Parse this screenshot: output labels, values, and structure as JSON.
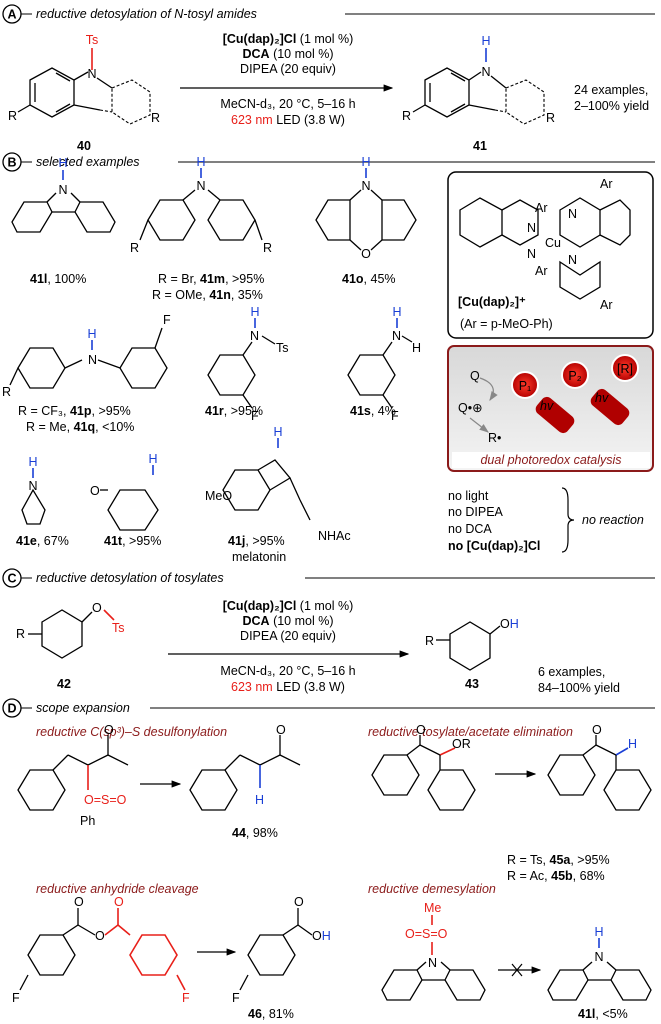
{
  "sections": {
    "A": {
      "letter": "A",
      "title": "reductive detosylation of N-tosyl amides"
    },
    "B": {
      "letter": "B",
      "title": "selected examples"
    },
    "C": {
      "letter": "C",
      "title": "reductive detosylation of tosylates"
    },
    "D": {
      "letter": "D",
      "title": "scope expansion"
    }
  },
  "schemeA": {
    "cond1a": "[Cu(dap)₂]Cl",
    "cond1b": " (1 mol %)",
    "cond2a": "DCA",
    "cond2b": " (10 mol %)",
    "cond3": "DIPEA (20 equiv)",
    "cond4": "MeCN-d₃, 20 °C, 5–16 h",
    "cond5a": "623 nm",
    "cond5b": " LED (3.8 W)",
    "sm_label": "40",
    "prod_label": "41",
    "ts": "Ts",
    "nh": "H",
    "n": "N",
    "r": "R",
    "result1": "24 examples,",
    "result2": "2–100% yield"
  },
  "schemeB": {
    "e41l": "41l",
    "e41l_y": ", 100%",
    "e41m_a": "R = Br, ",
    "e41m": "41m",
    "e41m_y": ", >95%",
    "e41n_a": "R = OMe, ",
    "e41n": "41n",
    "e41n_y": ", 35%",
    "e41o": "41o",
    "e41o_y": ", 45%",
    "e41p_a": "R = CF₃, ",
    "e41p": "41p",
    "e41p_y": ", >95%",
    "e41q_a": "R = Me, ",
    "e41q": "41q",
    "e41q_y": ", <10%",
    "e41r": "41r",
    "e41r_y": ", >95%",
    "e41s": "41s",
    "e41s_y": ", 4%",
    "e41e": "41e",
    "e41e_y": ", 67%",
    "e41t": "41t",
    "e41t_y": ", >95%",
    "e41j": "41j",
    "e41j_y": ", >95%",
    "melatonin": "melatonin",
    "meo": "MeO",
    "nhac": "NHAc",
    "f": "F",
    "ts": "Ts",
    "o": "O",
    "ar": "Ar",
    "cu": "Cu",
    "cuLabel": "[Cu(dap)₂]⁺",
    "arDef": "(Ar = p-MeO-Ph)",
    "photoTitle": "dual photoredox catalysis",
    "p1": "P₁",
    "p2": "P₂",
    "rr": "[R]",
    "hv": "hv",
    "q": "Q",
    "qrad": "Q•⊕",
    "rrad": "R•",
    "controls": [
      "no light",
      "no DIPEA",
      "no DCA",
      "no [Cu(dap)₂]Cl"
    ],
    "noReaction": "no reaction"
  },
  "schemeC": {
    "cond1a": "[Cu(dap)₂]Cl",
    "cond1b": " (1 mol %)",
    "cond2a": "DCA",
    "cond2b": " (10 mol %)",
    "cond3": "DIPEA (20 equiv)",
    "cond4": "MeCN-d₃, 20 °C, 5–16 h",
    "cond5a": "623 nm",
    "cond5b": " LED (3.8 W)",
    "sm_label": "42",
    "prod_label": "43",
    "o": "O",
    "oh": "OH",
    "ts": "Ts",
    "r": "R",
    "result1": "6 examples,",
    "result2": "84–100% yield"
  },
  "schemeD": {
    "h1": "reductive C(sp³)–S desulfonylation",
    "h2": "reductive tosylate/acetate elimination",
    "h3": "reductive anhydride cleavage",
    "h4": "reductive demesylation",
    "e44": "44",
    "e44_y": ", 98%",
    "e45a_a": "R = Ts, ",
    "e45a": "45a",
    "e45a_y": ", >95%",
    "e45b_a": "R = Ac, ",
    "e45b": "45b",
    "e45b_y": ", 68%",
    "e46": "46",
    "e46_y": ", 81%",
    "e41l": "41l",
    "e41l_y": ", <5%",
    "o": "O",
    "s": "S",
    "ph": "Ph",
    "h": "H",
    "or": "OR",
    "oh": "OH",
    "f": "F",
    "me": "Me",
    "n": "N"
  }
}
